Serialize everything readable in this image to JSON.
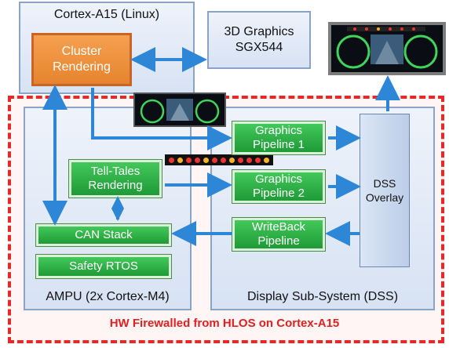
{
  "cortex_a15": {
    "title": "Cortex-A15 (Linux)"
  },
  "cluster": {
    "line1": "Cluster",
    "line2": "Rendering"
  },
  "sgx": {
    "line1": "3D Graphics",
    "line2": "SGX544"
  },
  "ampu": {
    "title": "AMPU (2x Cortex-M4)"
  },
  "dss_panel": {
    "title": "Display Sub-System (DSS)"
  },
  "gp1": {
    "line1": "Graphics",
    "line2": "Pipeline 1"
  },
  "gp2": {
    "line1": "Graphics",
    "line2": "Pipeline 2"
  },
  "tell_tales": {
    "line1": "Tell-Tales",
    "line2": "Rendering"
  },
  "can_stack": {
    "label": "CAN Stack"
  },
  "safety_rtos": {
    "label": "Safety RTOS"
  },
  "writeback": {
    "line1": "WriteBack",
    "line2": "Pipeline"
  },
  "dss_overlay": {
    "line1": "DSS",
    "line2": "Overlay"
  },
  "firewall": {
    "label": "HW Firewalled from HLOS on Cortex-A15"
  },
  "colors": {
    "arrow": "#2e86d6",
    "firewall": "#e22a2a",
    "green": "#2bb04a",
    "orange": "#f08c3a"
  }
}
